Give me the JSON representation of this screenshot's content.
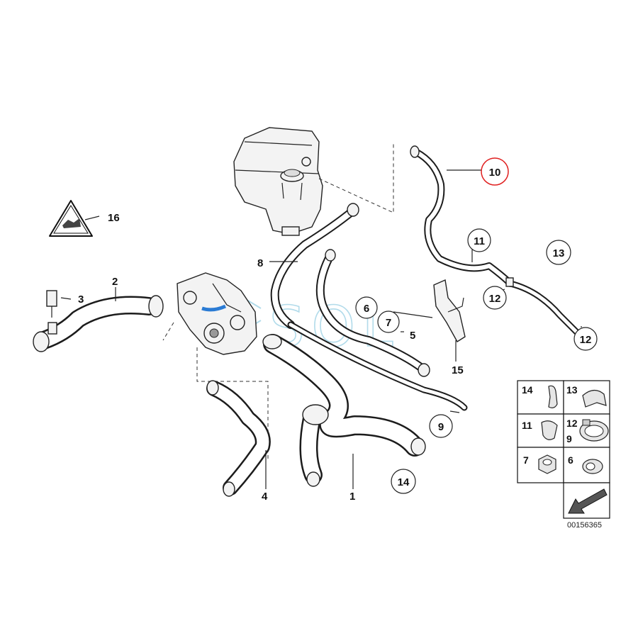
{
  "diagram": {
    "callouts": [
      {
        "id": "c1",
        "label": "1"
      },
      {
        "id": "c2",
        "label": "2"
      },
      {
        "id": "c3",
        "label": "3"
      },
      {
        "id": "c4",
        "label": "4"
      },
      {
        "id": "c5",
        "label": "5"
      },
      {
        "id": "c6",
        "label": "6"
      },
      {
        "id": "c7",
        "label": "7"
      },
      {
        "id": "c8",
        "label": "8"
      },
      {
        "id": "c9",
        "label": "9"
      },
      {
        "id": "c10",
        "label": "10"
      },
      {
        "id": "c11",
        "label": "11"
      },
      {
        "id": "c12a",
        "label": "12"
      },
      {
        "id": "c12b",
        "label": "12"
      },
      {
        "id": "c13",
        "label": "13"
      },
      {
        "id": "c14",
        "label": "14"
      },
      {
        "id": "c15",
        "label": "15"
      },
      {
        "id": "c16",
        "label": "16"
      }
    ],
    "highlight_color": "#e02020",
    "watermark": "SOL",
    "parts_grid": {
      "cells": [
        "14",
        "13",
        "11",
        "12",
        "9",
        "7",
        "6"
      ]
    },
    "drawing_number": "00156365"
  }
}
